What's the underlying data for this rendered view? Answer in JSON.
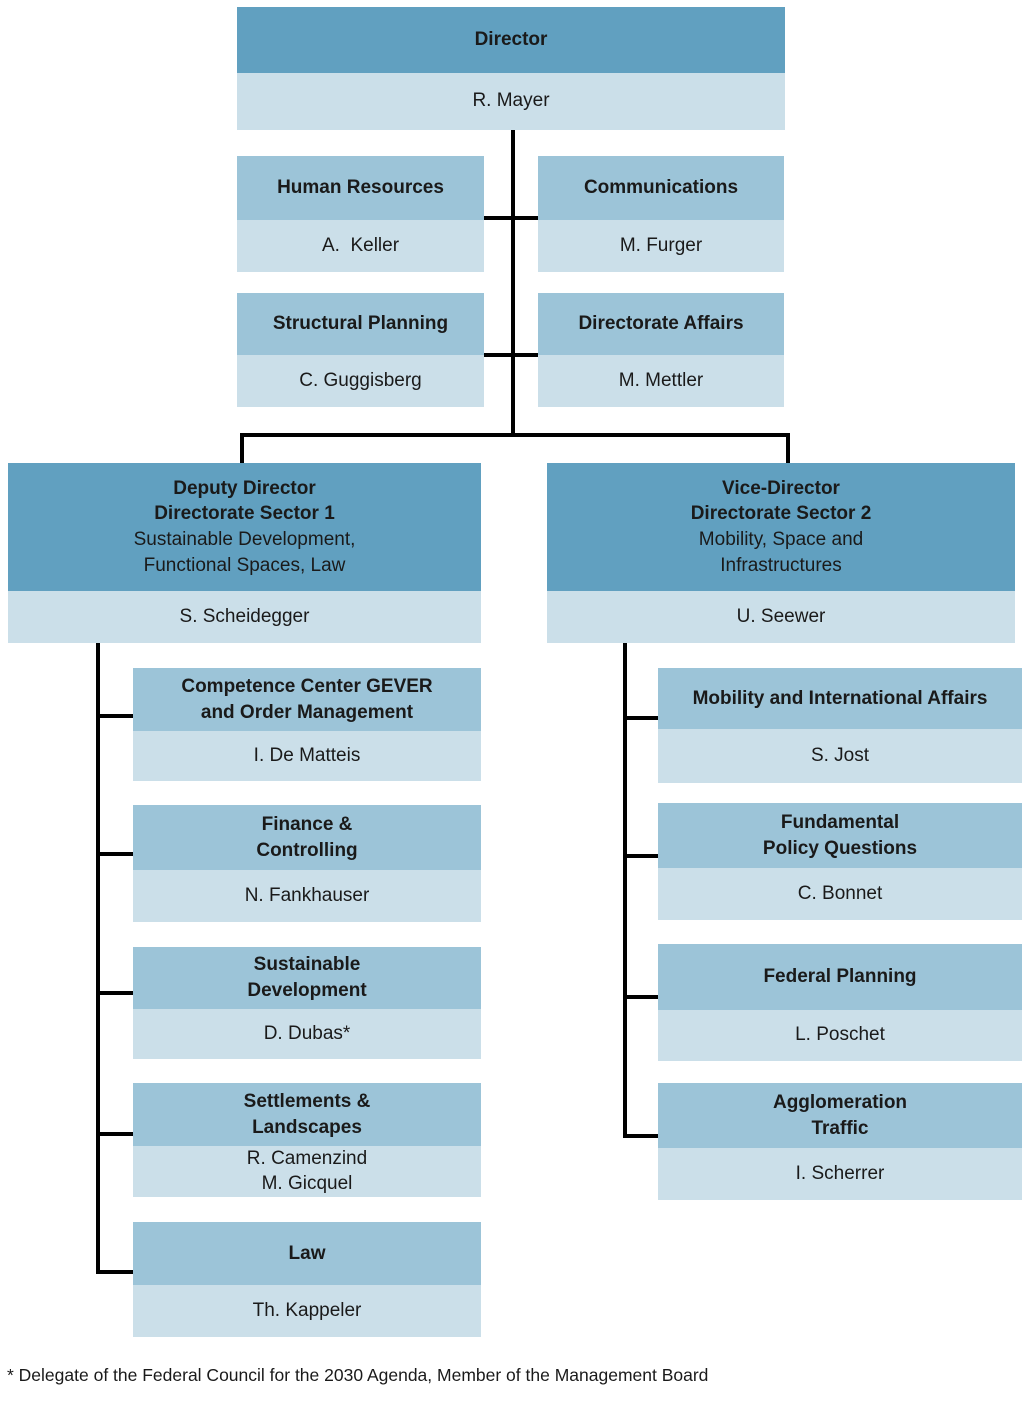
{
  "colors": {
    "header_dark": "#61a0c0",
    "header_medium": "#9cc4d8",
    "body_light": "#cbdfe9",
    "connector": "#000000"
  },
  "org": {
    "director": {
      "title": "Director",
      "name": "R. Mayer"
    },
    "staff": [
      {
        "title": "Human Resources",
        "name": "A.  Keller"
      },
      {
        "title": "Communications",
        "name": "M. Furger"
      },
      {
        "title": "Structural Planning",
        "name": "C. Guggisberg"
      },
      {
        "title": "Directorate Affairs",
        "name": "M. Mettler"
      }
    ],
    "sectors": [
      {
        "title": "Deputy Director\nDirectorate Sector 1",
        "subtitle": "Sustainable Development,\nFunctional Spaces, Law",
        "name": "S. Scheidegger"
      },
      {
        "title": "Vice-Director\nDirectorate Sector 2",
        "subtitle": "Mobility, Space and\nInfrastructures",
        "name": "U. Seewer"
      }
    ],
    "sector1_units": [
      {
        "title": "Competence Center GEVER\nand Order Management",
        "name": "I. De Matteis"
      },
      {
        "title": "Finance &\nControlling",
        "name": "N. Fankhauser"
      },
      {
        "title": "Sustainable\nDevelopment",
        "name": "D. Dubas*"
      },
      {
        "title": "Settlements &\nLandscapes",
        "name": "R. Camenzind\nM. Gicquel"
      },
      {
        "title": "Law",
        "name": "Th. Kappeler"
      }
    ],
    "sector2_units": [
      {
        "title": "Mobility and International Affairs",
        "name": "S. Jost"
      },
      {
        "title": "Fundamental\nPolicy Questions",
        "name": "C. Bonnet"
      },
      {
        "title": "Federal Planning",
        "name": "L. Poschet"
      },
      {
        "title": "Agglomeration\nTraffic",
        "name": "I. Scherrer"
      }
    ],
    "footnote": "* Delegate of the Federal Council for the 2030 Agenda, Member of the Management Board"
  }
}
